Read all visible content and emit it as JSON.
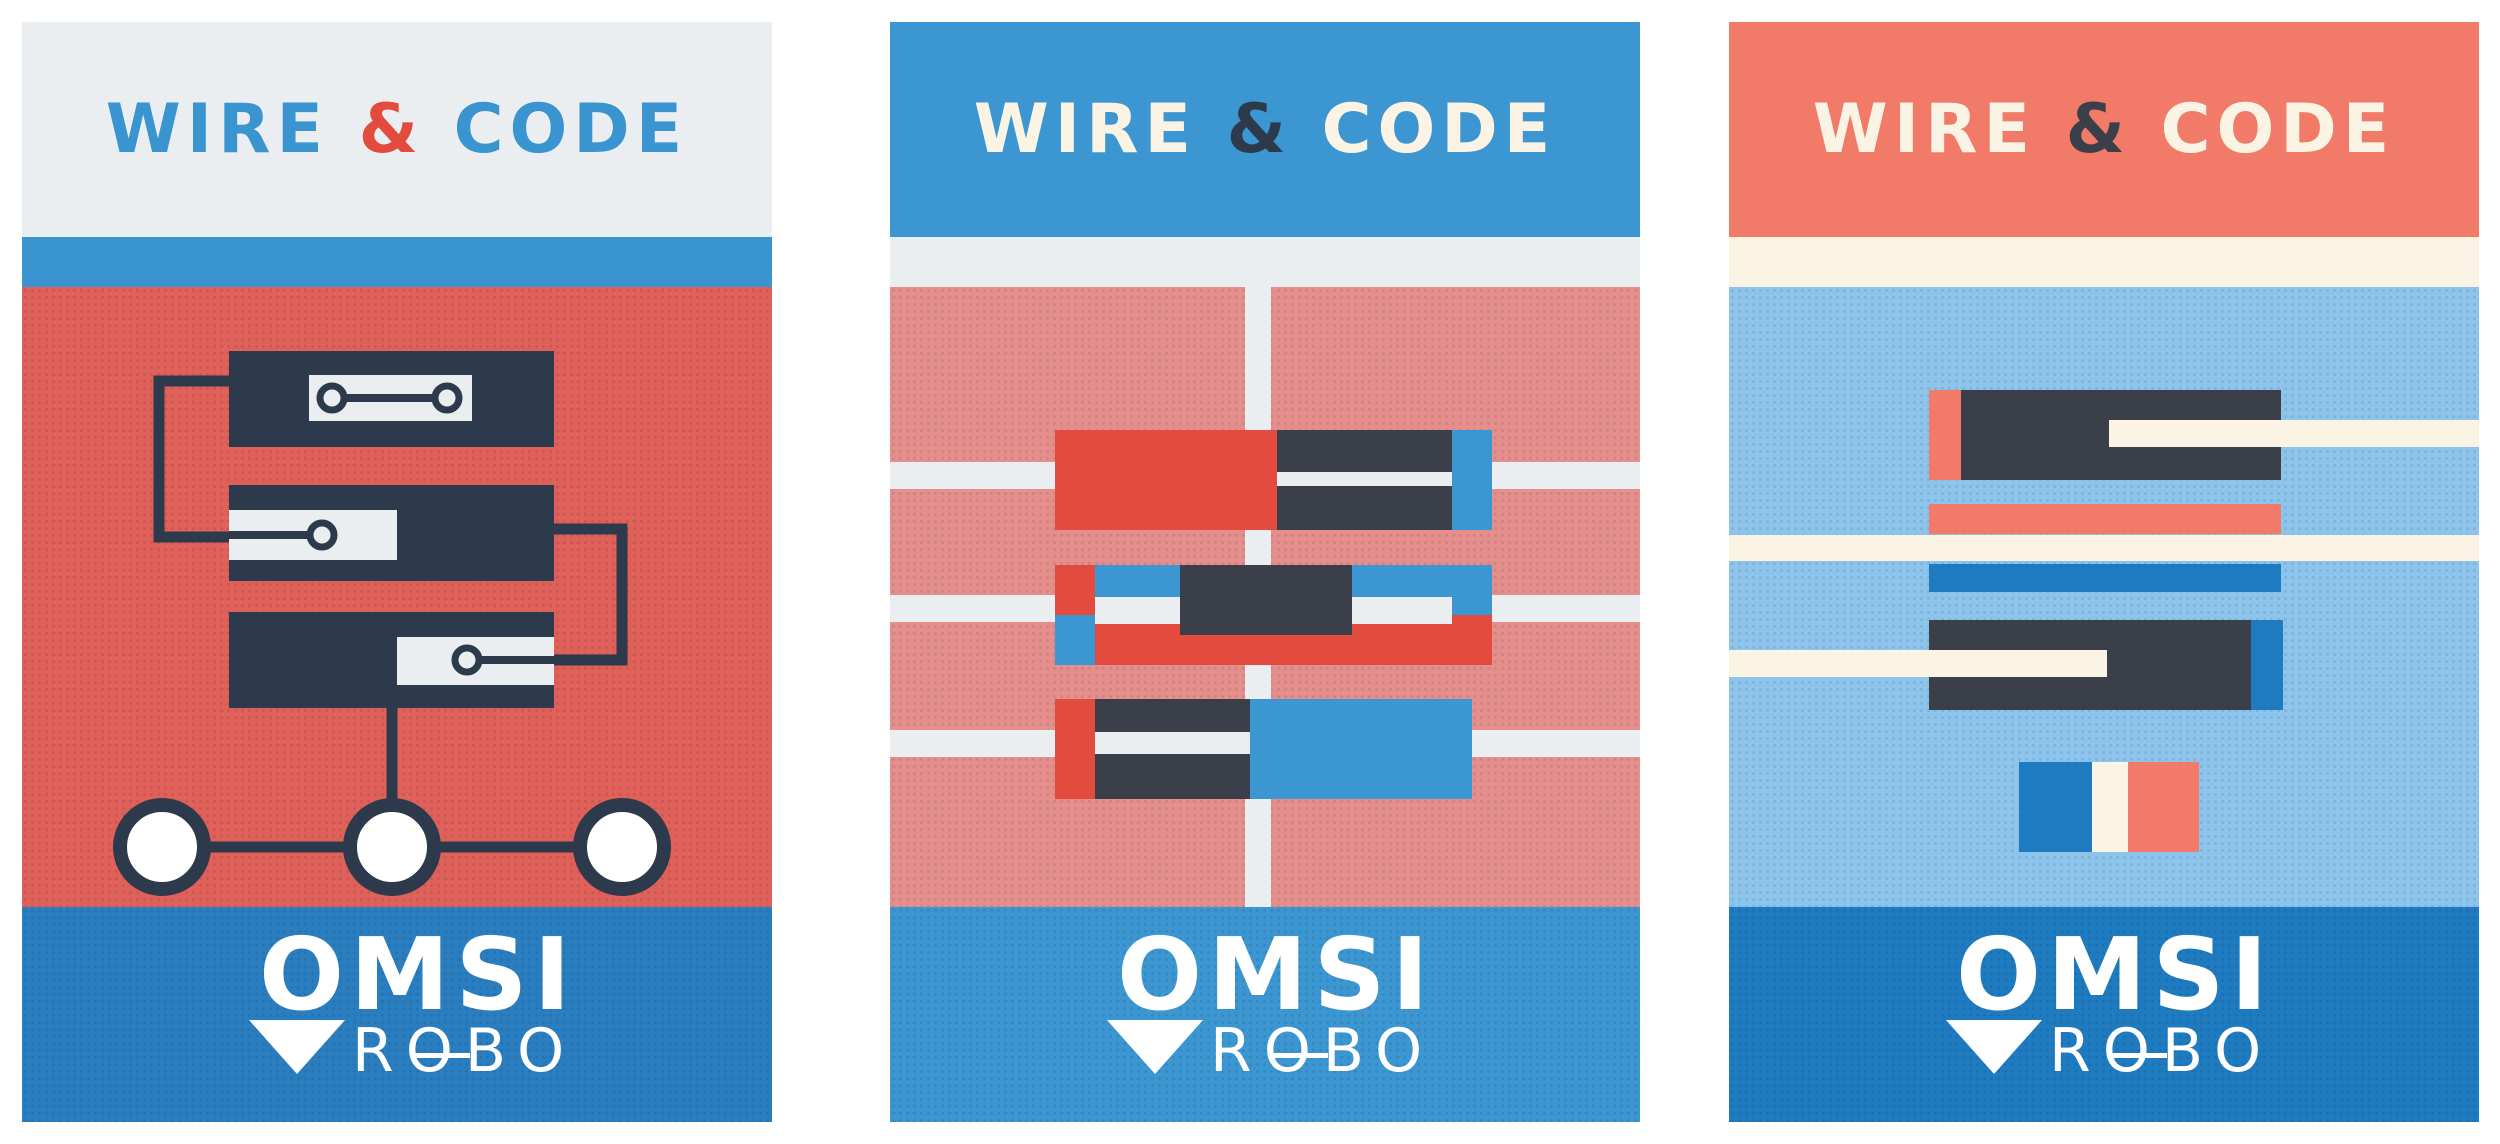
{
  "posters": [
    {
      "id": "poster-1",
      "title": {
        "word1": "WIRE",
        "amp": "&",
        "word2": "CODE"
      },
      "logo": {
        "word": "OMSI",
        "sub": "ROBO"
      },
      "colors": {
        "header": "#EBEEF0",
        "title": "#3A94CF",
        "amp": "#E24B3D",
        "strip": "#3A94CF",
        "middle": "#E0605A",
        "footer": "#2A7EC0",
        "dark": "#2D3A4B"
      }
    },
    {
      "id": "poster-2",
      "title": {
        "word1": "WIRE",
        "amp": "&",
        "word2": "CODE"
      },
      "logo": {
        "word": "OMSI",
        "sub": "ROBO"
      },
      "colors": {
        "header": "#3B96D2",
        "title": "#FBF4E4",
        "amp": "#2D3A4B",
        "strip": "#EBEEF0",
        "middle": "#E48F8C",
        "footer": "#3B96D2",
        "dark": "#3A3F4A"
      }
    },
    {
      "id": "poster-3",
      "title": {
        "word1": "WIRE",
        "amp": "&",
        "word2": "CODE"
      },
      "logo": {
        "word": "OMSI",
        "sub": "ROBO"
      },
      "colors": {
        "header": "#F17A68",
        "title": "#FBF4E4",
        "amp": "#3A3F4A",
        "strip": "#FBF4E4",
        "middle": "#8CC4EC",
        "footer": "#1F7BC0",
        "dark": "#3A3F4A"
      }
    }
  ]
}
